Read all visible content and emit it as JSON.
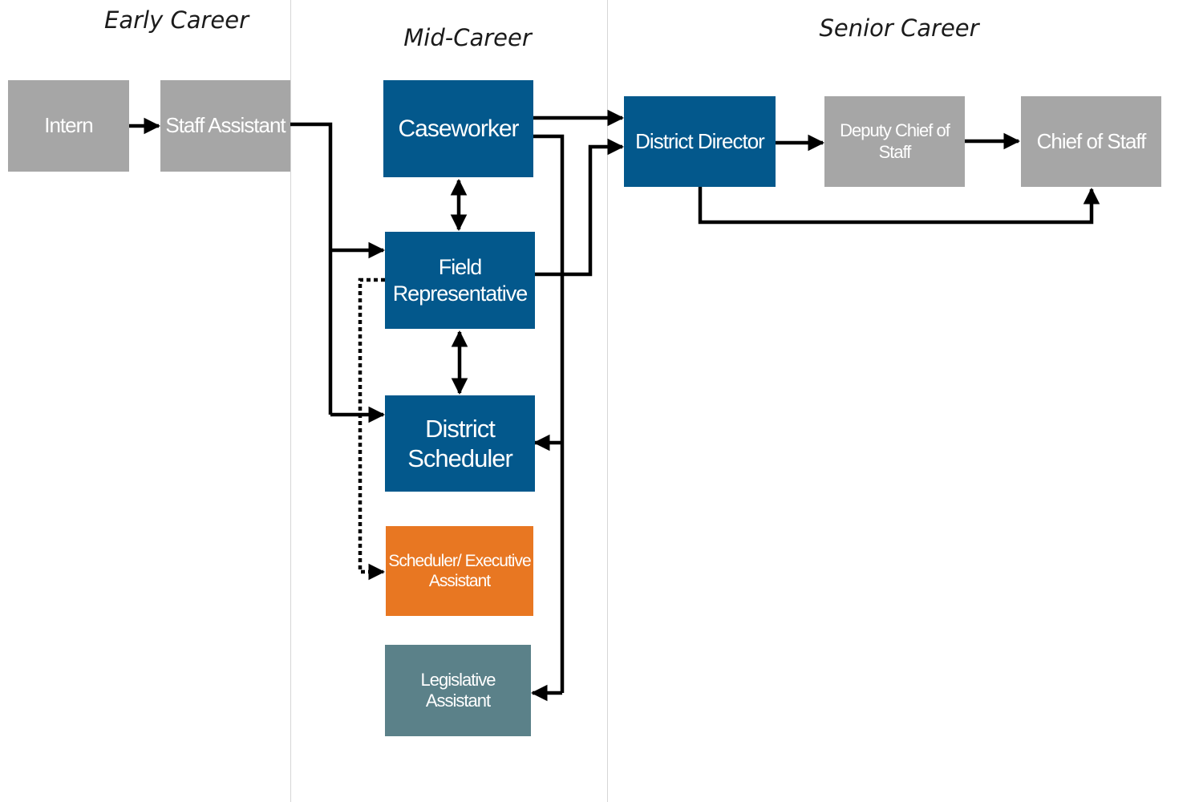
{
  "sections": {
    "early": "Early Career",
    "mid": "Mid-Career",
    "senior": "Senior Career"
  },
  "roles": {
    "intern": "Intern",
    "staff_assistant": "Staff Assistant",
    "caseworker": "Caseworker",
    "field_representative": "Field Representative",
    "district_scheduler": "District Scheduler",
    "scheduler_executive_assistant": "Scheduler/ Executive Assistant",
    "legislative_assistant": "Legislative Assistant",
    "district_director": "District Director",
    "deputy_chief_of_staff": "Deputy Chief of Staff",
    "chief_of_staff": "Chief of Staff"
  },
  "colors": {
    "grey": "#a6a6a6",
    "blue": "#03588c",
    "orange": "#e87722",
    "teal": "#5b8189",
    "arrow": "#000000"
  }
}
